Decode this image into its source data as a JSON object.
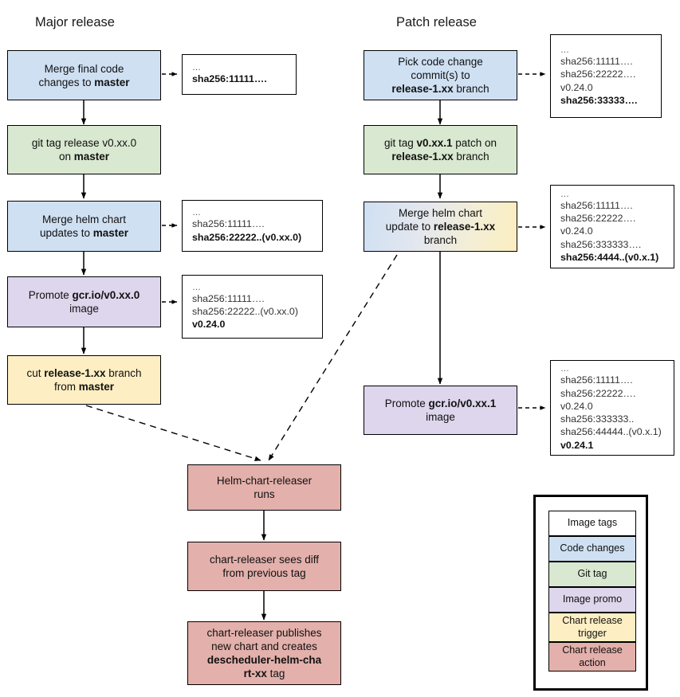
{
  "diagram": {
    "title_left": "Major release",
    "title_right": "Patch release",
    "colors": {
      "code_changes": "#cfe0f3",
      "git_tag": "#d9e8d0",
      "image_promo": "#ddd6ec",
      "chart_release_trigger": "#fdeec3",
      "chart_release_action": "#e3b0ab",
      "image_tags": "#ffffff",
      "border": "#000000"
    }
  },
  "major": {
    "nodes": [
      {
        "id": "merge-final-code",
        "html": "Merge final code\nchanges to <b>master</b>",
        "type": "code_changes"
      },
      {
        "id": "git-tag-release",
        "html": "git tag release v0.xx.0\non <b>master</b>",
        "type": "git_tag"
      },
      {
        "id": "merge-helm-chart-updates",
        "html": "Merge helm chart\nupdates to <b>master</b>",
        "type": "code_changes"
      },
      {
        "id": "promote-image-major",
        "html": "Promote <b>gcr.io/v0.xx.0</b>\nimage",
        "type": "image_promo"
      },
      {
        "id": "cut-release-branch",
        "html": "cut <b>release-1.xx</b> branch\nfrom <b>master</b>",
        "type": "chart_release_trigger"
      }
    ],
    "notes": [
      {
        "id": "note-major-1",
        "lines": [
          {
            "t": "…",
            "bold": false,
            "dots": true
          },
          {
            "t": "sha256:11111….",
            "bold": true
          }
        ]
      },
      {
        "id": "note-major-2",
        "lines": [
          {
            "t": "…",
            "bold": false,
            "dots": true
          },
          {
            "t": "sha256:11111….",
            "bold": false
          },
          {
            "t": "sha256:22222..(v0.xx.0)",
            "bold": true
          }
        ]
      },
      {
        "id": "note-major-3",
        "lines": [
          {
            "t": "…",
            "bold": false,
            "dots": true
          },
          {
            "t": "sha256:11111….",
            "bold": false
          },
          {
            "t": "sha256:22222..(v0.xx.0)",
            "bold": false
          },
          {
            "t": "v0.24.0",
            "bold": true
          }
        ]
      }
    ]
  },
  "patch": {
    "nodes": [
      {
        "id": "pick-code-change",
        "html": "Pick code change\ncommit(s) to\n<b>release-1.xx</b> branch",
        "type": "code_changes"
      },
      {
        "id": "git-tag-patch",
        "html": "git tag <b>v0.xx.1</b> patch on\n<b>release-1.xx</b> branch",
        "type": "git_tag"
      },
      {
        "id": "merge-helm-chart-update-branch",
        "html": "Merge helm chart\nupdate to <b>release-1.xx</b>\nbranch",
        "type": "gradient_blue_yellow"
      },
      {
        "id": "promote-image-patch",
        "html": "Promote <b>gcr.io/v0.xx.1</b>\nimage",
        "type": "image_promo"
      }
    ],
    "notes": [
      {
        "id": "note-patch-1",
        "lines": [
          {
            "t": "…",
            "bold": false,
            "dots": true
          },
          {
            "t": "sha256:11111….",
            "bold": false
          },
          {
            "t": "sha256:22222….",
            "bold": false
          },
          {
            "t": "v0.24.0",
            "bold": false
          },
          {
            "t": "sha256:33333….",
            "bold": true
          }
        ]
      },
      {
        "id": "note-patch-2",
        "lines": [
          {
            "t": "…",
            "bold": false,
            "dots": true
          },
          {
            "t": "sha256:11111….",
            "bold": false
          },
          {
            "t": "sha256:22222….",
            "bold": false
          },
          {
            "t": "v0.24.0",
            "bold": false
          },
          {
            "t": "sha256:333333….",
            "bold": false
          },
          {
            "t": "sha256:4444..(v0.x.1)",
            "bold": true
          }
        ]
      },
      {
        "id": "note-patch-3",
        "lines": [
          {
            "t": "…",
            "bold": false,
            "dots": true
          },
          {
            "t": "sha256:11111….",
            "bold": false
          },
          {
            "t": "sha256:22222….",
            "bold": false
          },
          {
            "t": "v0.24.0",
            "bold": false
          },
          {
            "t": "sha256:333333..",
            "bold": false
          },
          {
            "t": "sha256:44444..(v0.x.1)",
            "bold": false
          },
          {
            "t": "v0.24.1",
            "bold": true
          }
        ]
      }
    ]
  },
  "releaser": {
    "nodes": [
      {
        "id": "helm-chart-releaser-runs",
        "html": "Helm-chart-releaser\nruns",
        "type": "chart_release_action"
      },
      {
        "id": "chart-releaser-sees-diff",
        "html": "chart-releaser sees diff\nfrom previous tag",
        "type": "chart_release_action"
      },
      {
        "id": "chart-releaser-publishes",
        "html": "chart-releaser publishes\nnew chart and creates\n<b>descheduler-helm-cha</b>\n<b>rt-xx</b> tag",
        "type": "chart_release_action"
      }
    ]
  },
  "legend": {
    "items": [
      {
        "label": "Image tags",
        "color": "#ffffff"
      },
      {
        "label": "Code changes",
        "color": "#cfe0f3"
      },
      {
        "label": "Git tag",
        "color": "#d9e8d0"
      },
      {
        "label": "Image promo",
        "color": "#ddd6ec"
      },
      {
        "label": "Chart release\ntrigger",
        "color": "#fdeec3"
      },
      {
        "label": "Chart release\naction",
        "color": "#e3b0ab"
      }
    ]
  }
}
